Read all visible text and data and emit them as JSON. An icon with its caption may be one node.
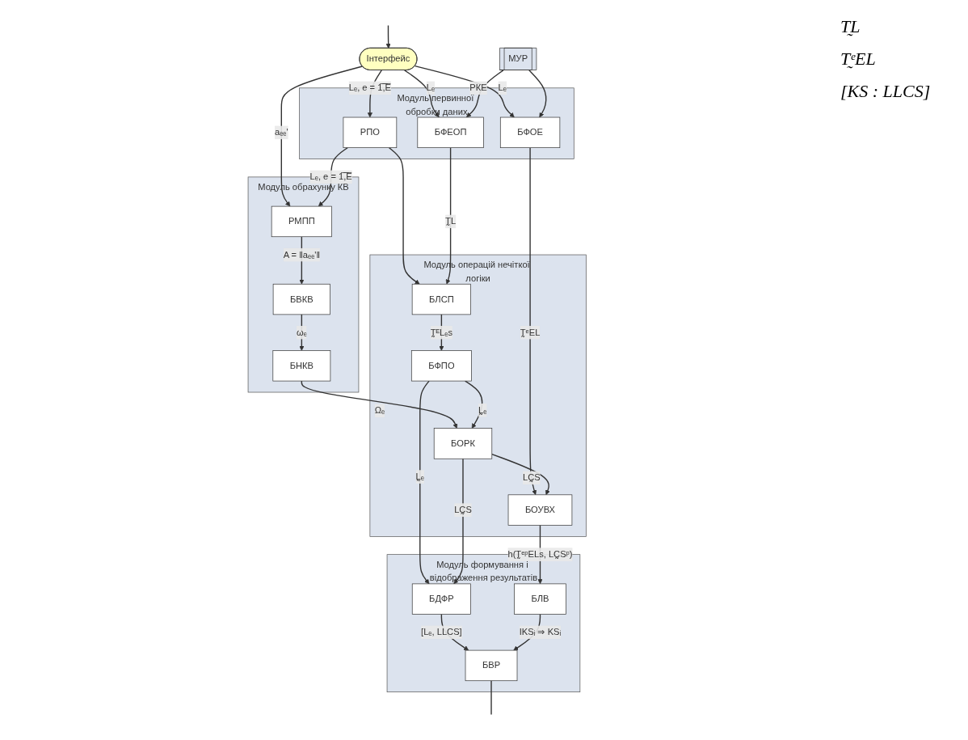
{
  "diagram": {
    "nodes": [
      {
        "text": [
          "Модуль обрахунку КВ"
        ]
      },
      {
        "text": [
          "РМПП"
        ],
        "in": 0
      },
      {
        "text": [
          "БВКВ"
        ],
        "in": 0
      },
      {
        "text": [
          "БНКВ"
        ],
        "in": 0
      },
      {
        "text": [
          "Модуль первинної обробки даних"
        ]
      },
      {
        "text": [
          "РПО"
        ],
        "in": 4
      },
      {
        "text": [
          "БФЕОП"
        ],
        "in": 4
      },
      {
        "text": [
          "БФОЕ"
        ],
        "in": 4
      },
      {
        "text": [
          "Інтерфейс"
        ]
      },
      {
        "text": [
          "МУР"
        ]
      },
      {
        "text": [
          "Модуль операцій нечіткої логіки"
        ]
      },
      {
        "text": [
          "БФПО"
        ],
        "in": 10
      },
      {
        "text": [
          "БЛСП"
        ],
        "in": 10
      },
      {
        "text": [
          "БОРК"
        ],
        "in": 10
      },
      {
        "text": [
          "БОУВХ"
        ],
        "in": 10
      },
      {
        "text": [
          "Модуль формування і відображення результатів"
        ]
      },
      {
        "text": [
          "БВР"
        ],
        "in": 15
      },
      {
        "text": [
          "БДФР"
        ],
        "in": 15
      },
      {
        "text": [
          "БЛВ"
        ],
        "in": 15
      }
    ],
    "edges": [
      {
        "from": null,
        "to": 8,
        "arrow": "to"
      },
      {
        "from": 8,
        "to": 1,
        "arrow": "to",
        "label": "aₑₑ'"
      },
      {
        "from": 8,
        "to": 5,
        "arrow": "to",
        "label": "Lₑ, e = 1̅,̅E̅"
      },
      {
        "from": 8,
        "to": 6,
        "arrow": "to",
        "label": "Lₑ"
      },
      {
        "from": 8,
        "to": 7,
        "arrow": "to",
        "label": "Lₑ"
      },
      {
        "from": 9,
        "to": 6,
        "arrow": "to",
        "label": "РКЕ"
      },
      {
        "from": 9,
        "to": 7,
        "arrow": "to"
      },
      {
        "from": 5,
        "to": 1,
        "arrow": "to",
        "label": "Lₑ, e = 1̅,̅E̅"
      },
      {
        "from": 5,
        "to": 12,
        "arrow": "to"
      },
      {
        "from": 1,
        "to": 2,
        "arrow": "to",
        "label": "A = ‖aₑₑ'‖"
      },
      {
        "from": 2,
        "to": 3,
        "arrow": "to",
        "label": "ωₑ"
      },
      {
        "from": 3,
        "to": 13,
        "arrow": "to",
        "label": "Ωₑ"
      },
      {
        "from": 6,
        "to": 12,
        "arrow": "to",
        "label": "T̰L"
      },
      {
        "from": 7,
        "to": 14,
        "arrow": "to",
        "label": "T̰ᵉEL"
      },
      {
        "from": 12,
        "to": 11,
        "arrow": "to",
        "label": "T̰ᴱLₑs"
      },
      {
        "from": 11,
        "to": 17,
        "arrow": "to",
        "label": "L̰ₑ"
      },
      {
        "from": 11,
        "to": 13,
        "arrow": "to",
        "label": "L̰ₑ"
      },
      {
        "from": 13,
        "to": 14,
        "arrow": "to",
        "label": "LC̰S"
      },
      {
        "from": 13,
        "to": 17,
        "arrow": "to",
        "label": "LC̰S"
      },
      {
        "from": 14,
        "to": 18,
        "arrow": "to",
        "label": "h(T̰ᵉᵖELs, LC̰Sᵖ)"
      },
      {
        "from": 17,
        "to": 16,
        "arrow": "to",
        "label": "[Lₑ, LLCS]"
      },
      {
        "from": 18,
        "to": 16,
        "arrow": "to",
        "label": "IKSᵢ ⇒ KSᵢ"
      },
      {
        "from": 16,
        "to": null,
        "arrow": "none"
      }
    ],
    "labels": [
      "T̰L",
      "T̰ᵉEL",
      "[KS : LLCS]"
    ]
  }
}
